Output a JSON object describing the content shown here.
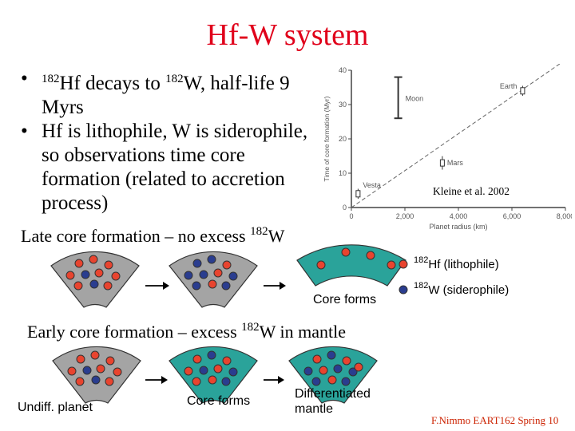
{
  "title": "Hf-W system",
  "bullets": {
    "b1": {
      "sup1": "182",
      "text1": "Hf decays to ",
      "sup2": "182",
      "text2": "W, half-life 9 Myrs"
    },
    "b2": {
      "text": "Hf is lithophile, W is siderophile, so observations time core formation (related to accretion process)"
    }
  },
  "late": {
    "text": "Late core formation – no excess ",
    "sup": "182",
    "text2": "W"
  },
  "early": {
    "text": "Early core formation – excess ",
    "sup": "182",
    "text2": "W in mantle"
  },
  "labels": {
    "core_forms_1": "Core forms",
    "core_forms_2": "Core forms",
    "undiff": "Undiff. planet",
    "differentiated": "Differentiated mantle"
  },
  "legend": {
    "hf_sup": "182",
    "hf_text": "Hf (lithophile)",
    "w_sup": "182",
    "w_text": "W (siderophile)"
  },
  "credit": "F.Nimmo EART162 Spring 10",
  "colors": {
    "title": "#e0001a",
    "hf": "#e8442f",
    "w": "#2a3d8f",
    "undiff_wedge": "#a4a4a4",
    "mantle_teal": "#2aa39a",
    "credit": "#cc2200"
  },
  "chart_data": {
    "type": "scatter",
    "ylabel": "Time of core formation (Myr)",
    "xlabel": "Planet radius (km)",
    "x_ticks": [
      "0",
      "2,000",
      "4,000",
      "6,000",
      "8,000"
    ],
    "y_ticks": [
      "0",
      "10",
      "20",
      "30",
      "40"
    ],
    "xlim": [
      0,
      8000
    ],
    "ylim": [
      0,
      40
    ],
    "points": [
      {
        "name": "Vesta",
        "x": 250,
        "y": 4,
        "err": 1
      },
      {
        "name": "Mars",
        "x": 3400,
        "y": 13,
        "err": 1.5
      },
      {
        "name": "Moon",
        "x": 1750,
        "y": 32,
        "err": 6
      },
      {
        "name": "Earth",
        "x": 6400,
        "y": 34,
        "err": 1
      }
    ],
    "trend_line": {
      "x": [
        0,
        8000
      ],
      "y": [
        0,
        43
      ]
    },
    "annotation": "Kleine et al. 2002"
  }
}
